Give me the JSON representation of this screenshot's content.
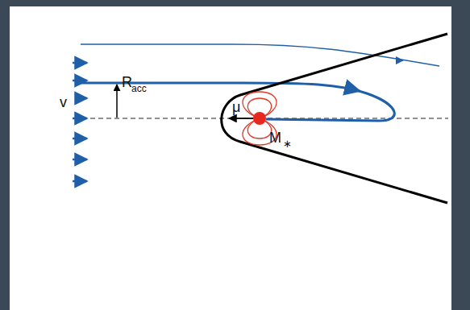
{
  "diagram": {
    "labels": [
      "v",
      "R",
      "acc",
      "μ",
      "M",
      "∗"
    ]
  }
}
